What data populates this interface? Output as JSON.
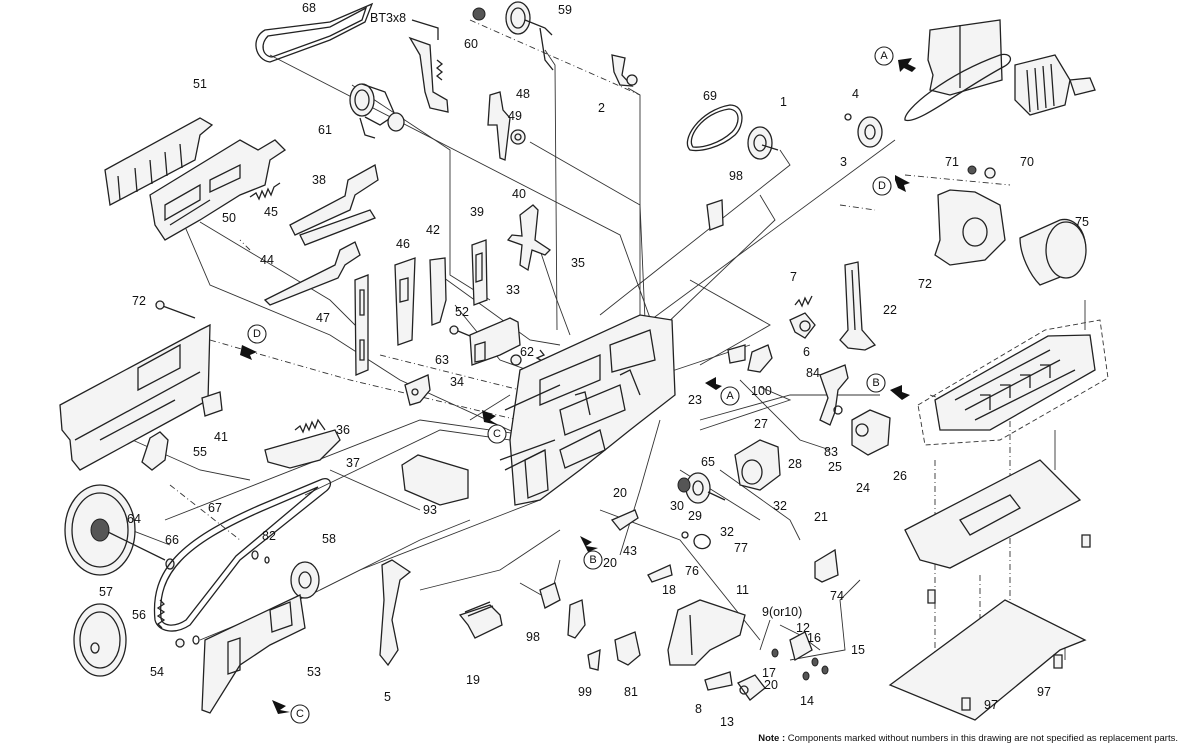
{
  "diagram": {
    "type": "exploded-parts-view",
    "note_prefix": "Note :",
    "note_text": "Components marked without numbers in this drawing are not specified as replacement parts.",
    "screw_spec_label": "BT3x8",
    "reference_markers": [
      "A",
      "B",
      "C",
      "D"
    ],
    "part_labels": {
      "p1": "1",
      "p2": "2",
      "p3": "3",
      "p4": "4",
      "p5": "5",
      "p6": "6",
      "p7": "7",
      "p8": "8",
      "p9": "9(or10)",
      "p11": "11",
      "p12": "12",
      "p13": "13",
      "p14": "14",
      "p15": "15",
      "p16": "16",
      "p17": "17",
      "p18": "18",
      "p19": "19",
      "p20a": "20",
      "p20b": "20",
      "p20c": "20",
      "p21": "21",
      "p22": "22",
      "p23": "23",
      "p24": "24",
      "p25": "25",
      "p26": "26",
      "p27": "27",
      "p28": "28",
      "p29": "29",
      "p30": "30",
      "p32a": "32",
      "p32b": "32",
      "p33": "33",
      "p34": "34",
      "p35": "35",
      "p36": "36",
      "p37": "37",
      "p38": "38",
      "p39": "39",
      "p40": "40",
      "p41": "41",
      "p42": "42",
      "p43": "43",
      "p44": "44",
      "p45": "45",
      "p46": "46",
      "p47": "47",
      "p48": "48",
      "p49": "49",
      "p50": "50",
      "p51": "51",
      "p52": "52",
      "p53": "53",
      "p54": "54",
      "p55": "55",
      "p56": "56",
      "p57": "57",
      "p58": "58",
      "p59": "59",
      "p60": "60",
      "p61": "61",
      "p62": "62",
      "p63": "63",
      "p64": "64",
      "p65": "65",
      "p66": "66",
      "p67": "67",
      "p68": "68",
      "p69": "69",
      "p70": "70",
      "p71": "71",
      "p72a": "72",
      "p72b": "72",
      "p74": "74",
      "p75": "75",
      "p76": "76",
      "p77": "77",
      "p81": "81",
      "p82": "82",
      "p83": "83",
      "p84": "84",
      "p93": "93",
      "p97a": "97",
      "p97b": "97",
      "p98a": "98",
      "p98b": "98",
      "p99": "99",
      "p100": "100"
    }
  }
}
